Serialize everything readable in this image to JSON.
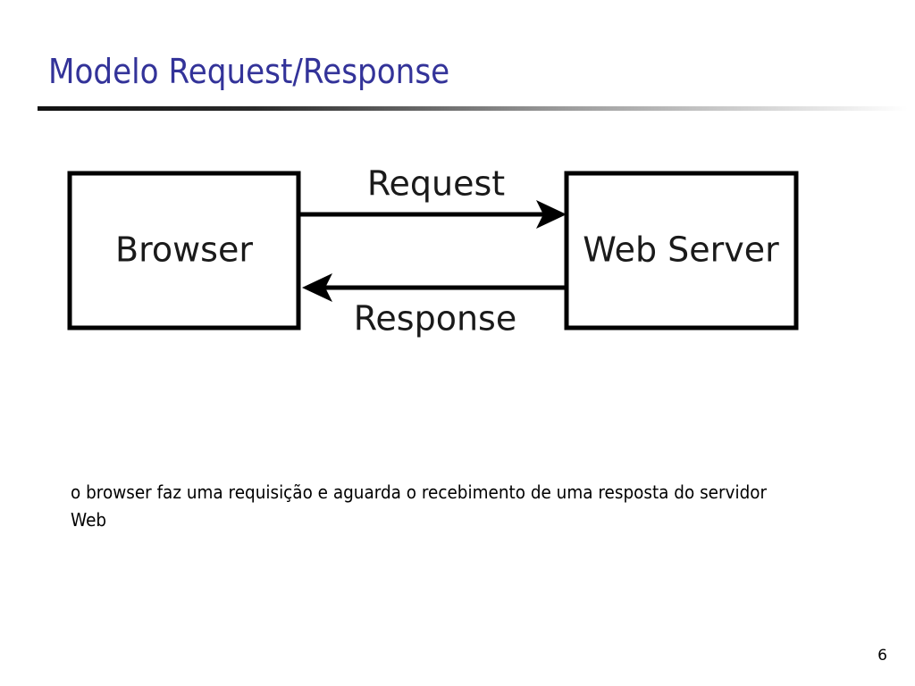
{
  "slide": {
    "title": "Modelo Request/Response",
    "caption": "o browser faz uma requisição e aguarda o recebimento de uma resposta do servidor Web",
    "page_number": "6",
    "title_color": "#333399"
  },
  "diagram": {
    "nodes": {
      "browser": "Browser",
      "server": "Web Server"
    },
    "edges": {
      "request": "Request",
      "response": "Response"
    }
  }
}
